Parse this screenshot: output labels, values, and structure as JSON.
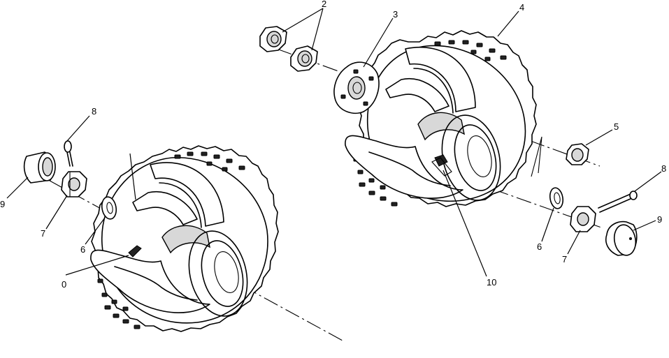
{
  "callouts": {
    "c2": "2",
    "c3": "3",
    "c4": "4",
    "c5": "5",
    "c6_left": "6",
    "c6_right": "6",
    "c7_left": "7",
    "c7_right": "7",
    "c8_left": "8",
    "c8_right": "8",
    "c9_left": "9",
    "c9_right": "9",
    "c10_left": "0",
    "c10_right": "10"
  }
}
